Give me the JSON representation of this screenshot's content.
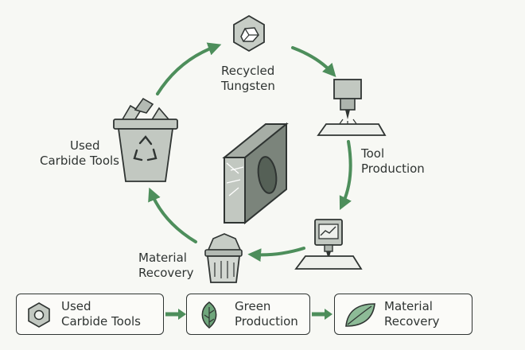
{
  "cycle": {
    "recycled_tungsten": {
      "line1": "Recycled",
      "line2": "Tungsten"
    },
    "tool_production": {
      "line1": "Tool",
      "line2": "Production"
    },
    "material_recovery": {
      "line1": "Material",
      "line2": "Recovery"
    },
    "used_carbide_tools": {
      "line1": "Used",
      "line2": "Carbide Tools"
    }
  },
  "flow": [
    {
      "line1": "Used",
      "line2": "Carbide Tools",
      "icon": "carbide-insert-icon"
    },
    {
      "line1": "Green",
      "line2": "Production",
      "icon": "leaf-icon"
    },
    {
      "line1": "Material",
      "line2": "Recovery",
      "icon": "leaf-icon"
    }
  ],
  "colors": {
    "arrow_green": "#4d8e5b",
    "icon_green": "#7fb08a",
    "icon_gray": "#b9c0b9",
    "outline": "#2f3432"
  }
}
